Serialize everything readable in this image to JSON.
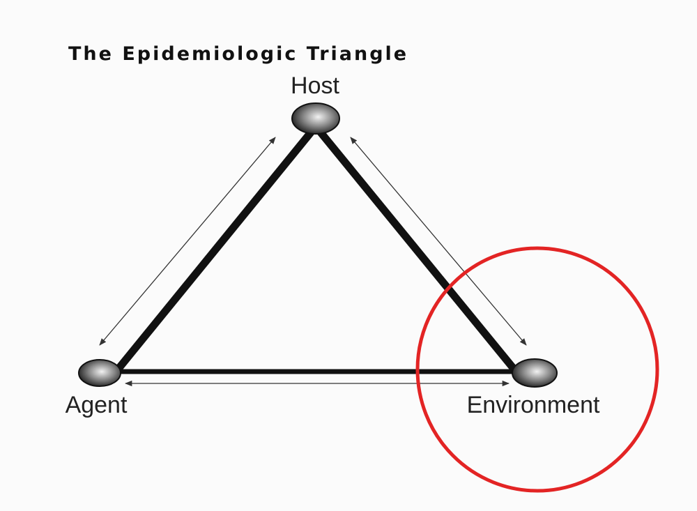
{
  "diagram": {
    "title": "The Epidemiologic Triangle",
    "nodes": {
      "host": "Host",
      "agent": "Agent",
      "environment": "Environment"
    },
    "highlight": {
      "target": "environment",
      "color": "#e32424"
    }
  }
}
